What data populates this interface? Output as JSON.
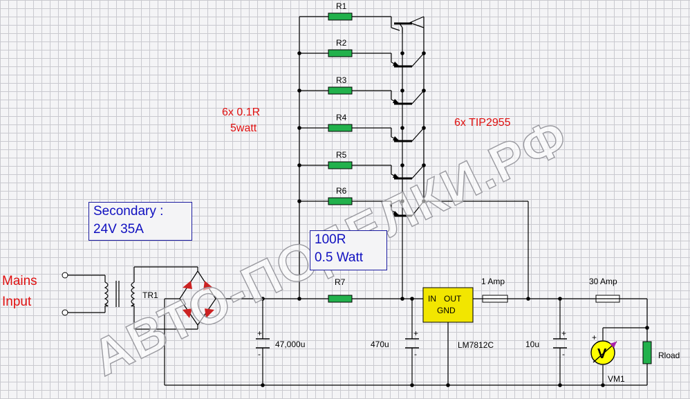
{
  "labels": {
    "r1": "R1",
    "r2": "R2",
    "r3": "R3",
    "r4": "R4",
    "r5": "R5",
    "r6": "R6",
    "r7": "R7",
    "tr1": "TR1",
    "c1": "47,000u",
    "c2": "470u",
    "c3": "10u",
    "fuse1": "1 Amp",
    "fuse2": "30 Amp",
    "reg_in": "IN",
    "reg_out": "OUT",
    "reg_gnd": "GND",
    "reg_name": "LM7812C",
    "meter_symbol": "V",
    "meter_name": "VM1",
    "load": "Rload",
    "plus": "+",
    "minus": "-"
  },
  "notes": {
    "resistors_line1": "6x 0.1R",
    "resistors_line2": "5watt",
    "transistors": "6x TIP2955",
    "mains_line1": "Mains",
    "mains_line2": "Input",
    "secondary_line1": "Secondary :",
    "secondary_line2": "24V  35A",
    "r7_line1": "100R",
    "r7_line2": "0.5 Watt"
  },
  "watermark": "АВТО-ПОДЕЛКИ.РФ",
  "colors": {
    "resistor": "#22b14c",
    "regulator": "#f2e600",
    "meter": "#ffff00",
    "note_red": "#e01010",
    "note_blue": "#1010c0",
    "diode": "#cc2222"
  }
}
